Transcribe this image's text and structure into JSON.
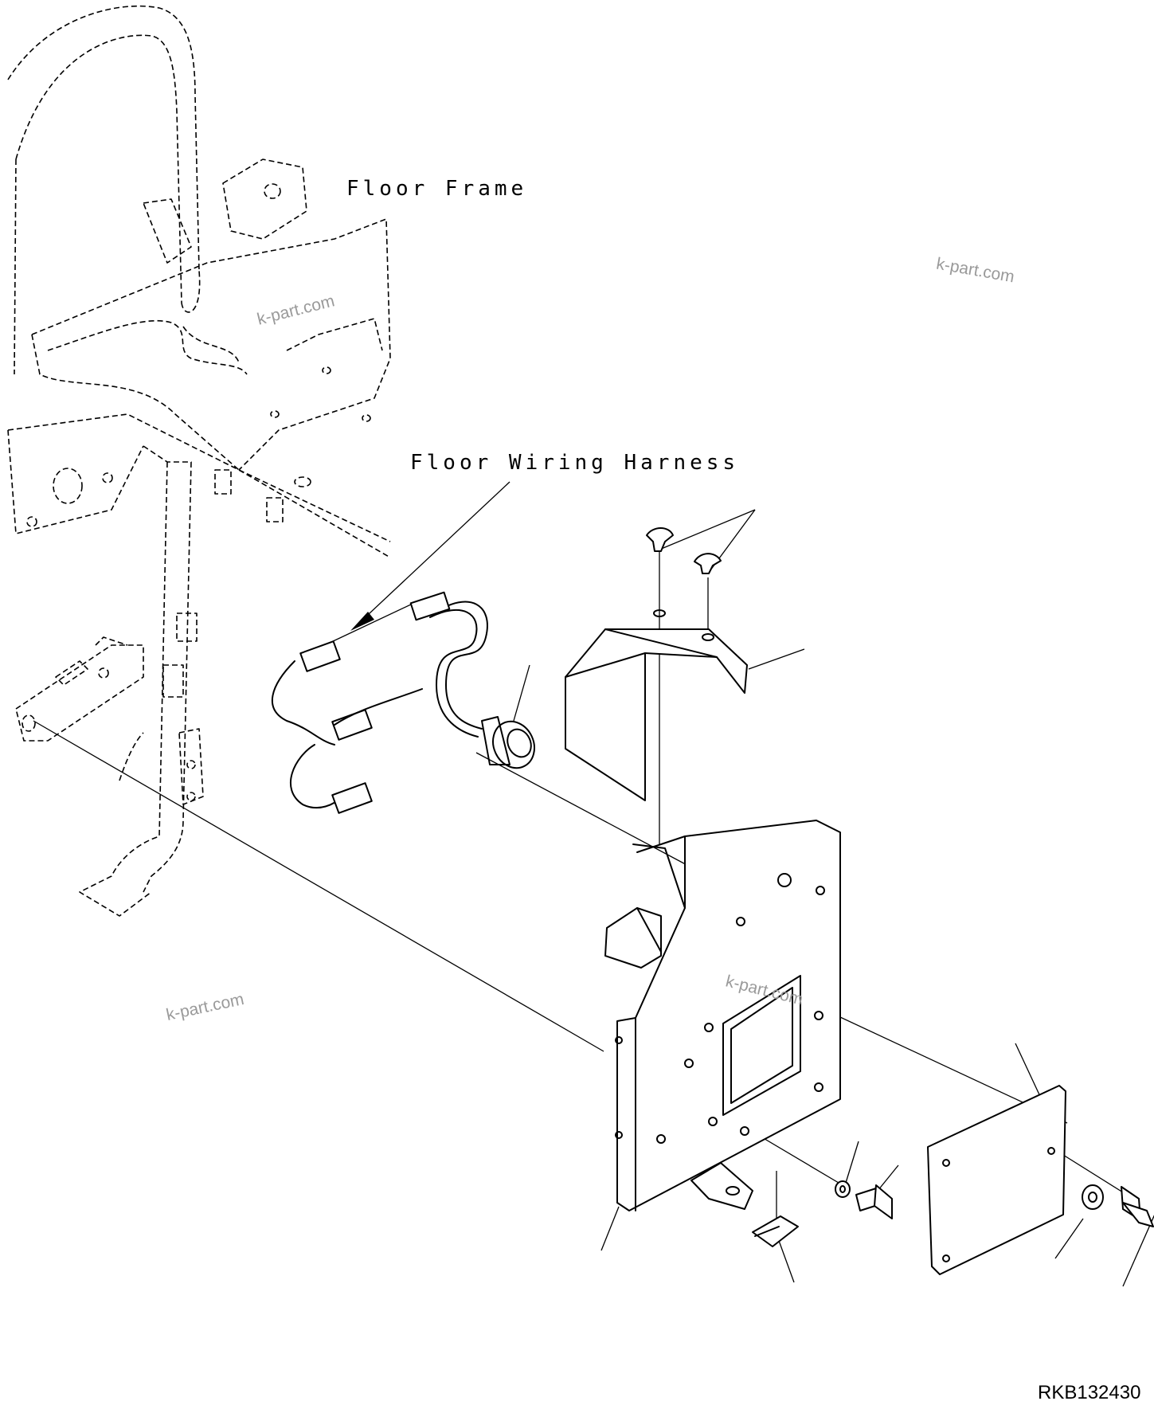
{
  "labels": {
    "floor_frame": "Floor Frame",
    "floor_wiring_harness": "Floor Wiring Harness"
  },
  "watermarks": [
    "k-part.com",
    "k-part.com",
    "k-part.com",
    "k-part.com"
  ],
  "drawing_code": "RKB132430"
}
